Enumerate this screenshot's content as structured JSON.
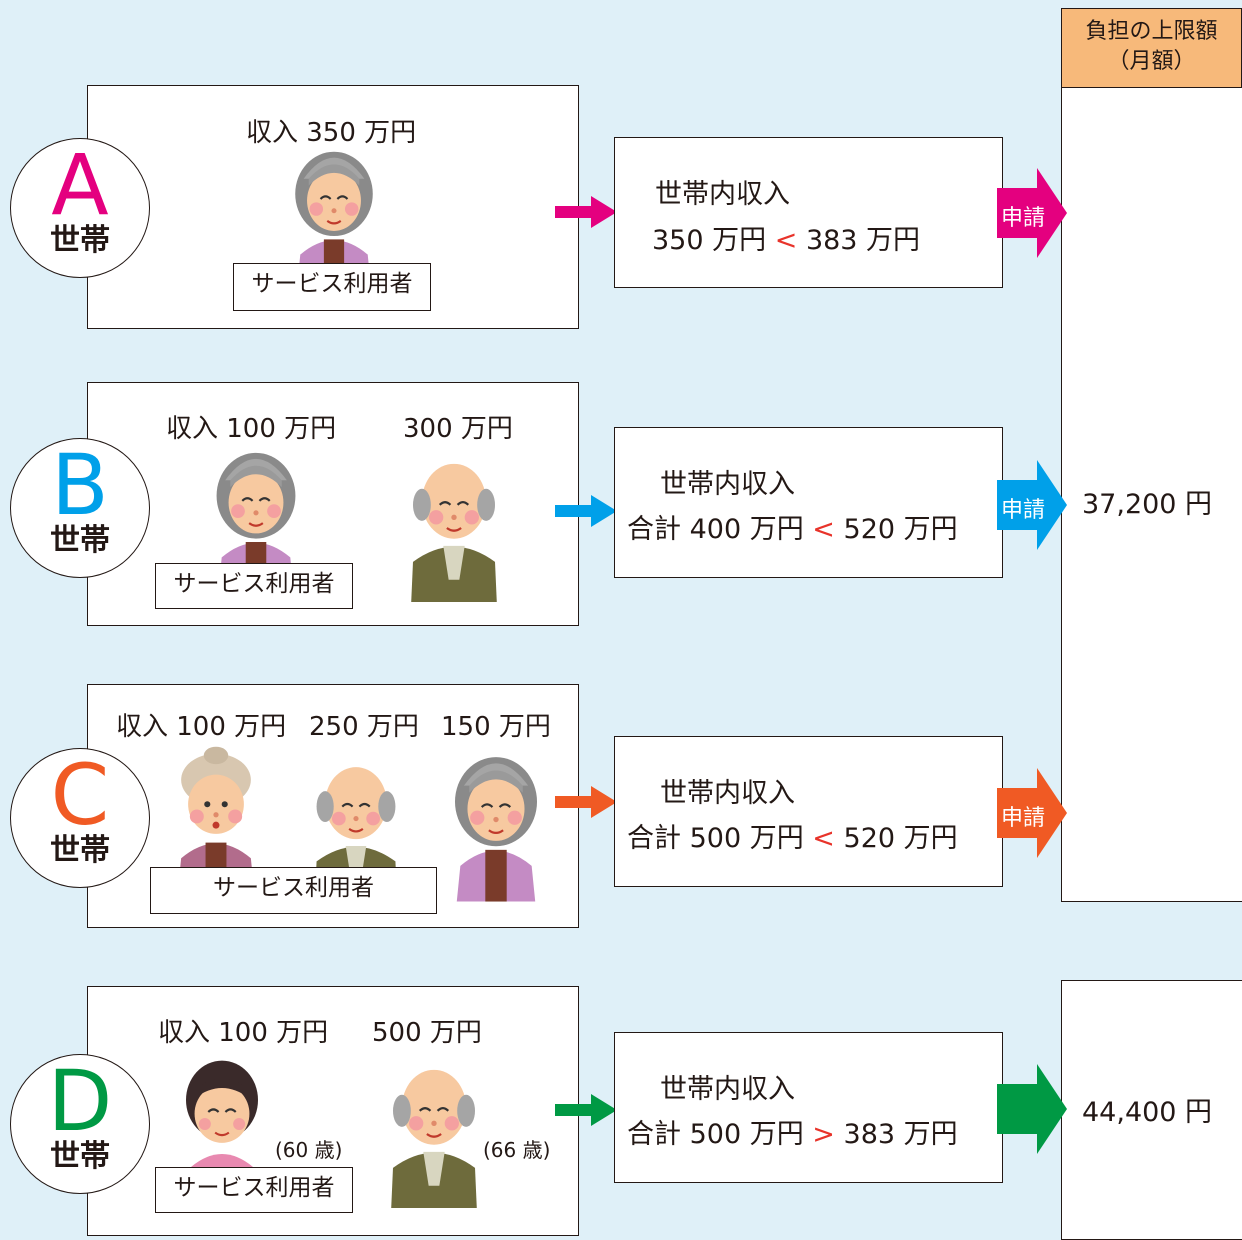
{
  "limit_header": {
    "line1": "負担の上限額",
    "line2": "（月額）"
  },
  "limit_values": {
    "abc": "37,200 円",
    "d": "44,400 円"
  },
  "apply_label": "申請",
  "colors": {
    "A": "#e4007f",
    "B": "#00a0e9",
    "C": "#f05a24",
    "D": "#009944",
    "header": "#f7b97a",
    "background": "#dff0f8"
  },
  "households": {
    "A": {
      "letter": "A",
      "setai": "世帯",
      "income_labels": [
        "収入 350 万円"
      ],
      "service_user": "サービス利用者",
      "calc": {
        "title": "世帯内収入",
        "left": "350 万円",
        "op": "<",
        "right": "383 万円"
      }
    },
    "B": {
      "letter": "B",
      "setai": "世帯",
      "income_labels": [
        "収入 100 万円",
        "300 万円"
      ],
      "service_user": "サービス利用者",
      "calc": {
        "title": "世帯内収入",
        "left": "合計 400 万円",
        "op": "<",
        "right": "520 万円"
      }
    },
    "C": {
      "letter": "C",
      "setai": "世帯",
      "income_labels": [
        "収入 100 万円",
        "250 万円",
        "150 万円"
      ],
      "service_user": "サービス利用者",
      "calc": {
        "title": "世帯内収入",
        "left": "合計 500 万円",
        "op": "<",
        "right": "520 万円"
      }
    },
    "D": {
      "letter": "D",
      "setai": "世帯",
      "income_labels": [
        "収入 100 万円",
        "500 万円"
      ],
      "ages": [
        "(60 歳)",
        "(66 歳)"
      ],
      "service_user": "サービス利用者",
      "calc": {
        "title": "世帯内収入",
        "left": "合計 500 万円",
        "op": ">",
        "right": "383 万円"
      }
    }
  }
}
